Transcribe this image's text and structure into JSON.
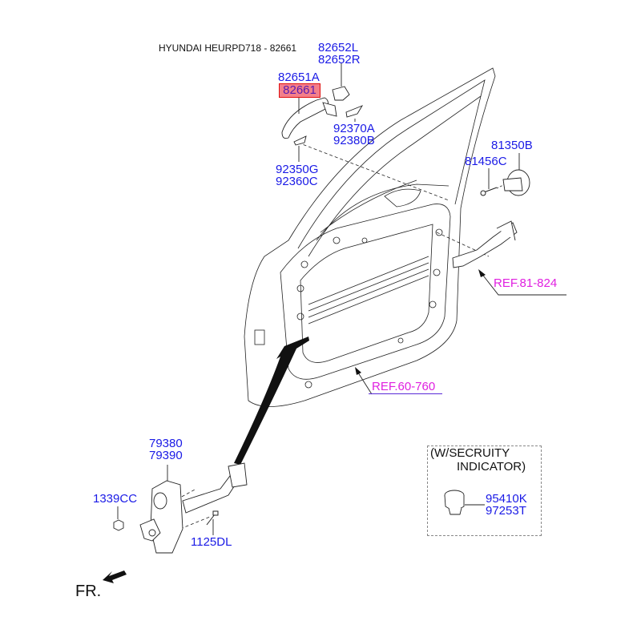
{
  "header": {
    "title": "HYUNDAI HEURPD718 - 82661"
  },
  "colors": {
    "part_label": "#1a1ae6",
    "reference_label": "#e020e0",
    "highlight_fill": "#f47f8a",
    "highlight_border": "#e01010",
    "line_art": "#222222"
  },
  "parts": {
    "cover_pair": [
      "82652L",
      "82652R"
    ],
    "handle_assy": "82651A",
    "handle_highlighted": "82661",
    "pad_upper": [
      "92370A",
      "92380B"
    ],
    "pad_lower": [
      "92350G",
      "92360C"
    ],
    "striker": "81350B",
    "striker_bolt": "81456C",
    "checker": [
      "79380",
      "79390"
    ],
    "checker_nut": "1339CC",
    "checker_bolt": "1125DL"
  },
  "references": {
    "latch": "REF.81-824",
    "door_panel": "REF.60-760"
  },
  "option_box": {
    "title_line1": "(W/SECRUITY",
    "title_line2": "INDICATOR)",
    "parts": [
      "95410K",
      "97253T"
    ]
  },
  "direction": {
    "label": "FR.",
    "icon": "front-arrow-icon"
  }
}
